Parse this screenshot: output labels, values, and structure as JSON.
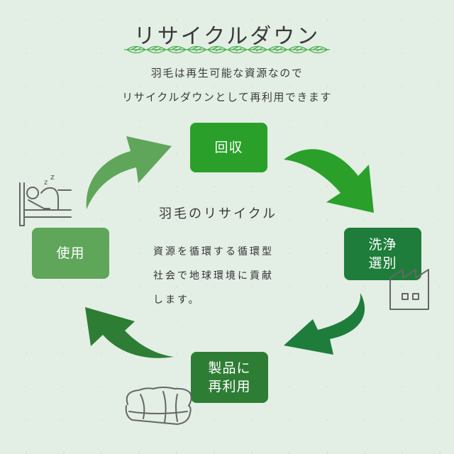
{
  "header": {
    "title": "リサイクルダウン",
    "intro_line1": "羽毛は再生可能な資源なので",
    "intro_line2": "リサイクルダウンとして再利用できます"
  },
  "cycle": {
    "steps": [
      {
        "label": "回収",
        "color": "#2aa02a"
      },
      {
        "label_line1": "洗浄",
        "label_line2": "選別",
        "color": "#1e7d3a"
      },
      {
        "label_line1": "製品に",
        "label_line2": "再利用",
        "color": "#2e7d35"
      },
      {
        "label": "使用",
        "color": "#5fa65a"
      }
    ],
    "arrow_colors": [
      "#5fa65a",
      "#2aa02a",
      "#1e7d3a",
      "#2e7d35"
    ]
  },
  "center": {
    "title": "羽毛のリサイクル",
    "line1": "資源を循環する循環型",
    "line2": "社会で地球環境に貢献",
    "line3": "します。"
  },
  "icons": [
    "sleeping-person-icon",
    "factory-icon",
    "futon-icon",
    "leaf-vine-divider"
  ]
}
